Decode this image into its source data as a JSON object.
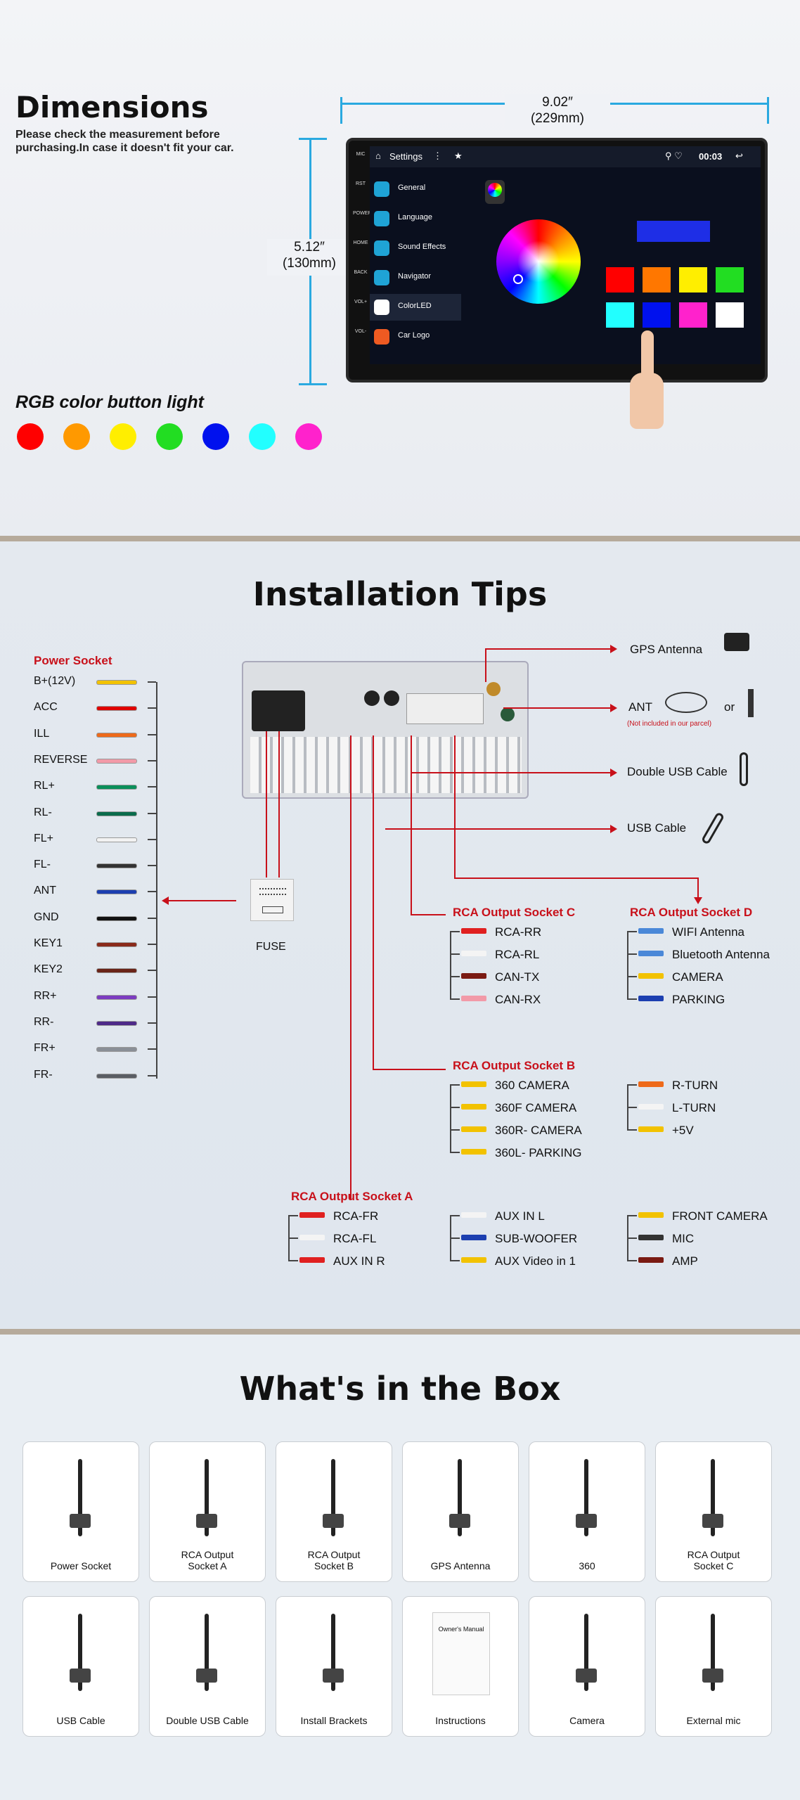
{
  "dimensions": {
    "title": "Dimensions",
    "note_line1": "Please check the measurement before",
    "note_line2": "purchasing.In case it doesn't fit your car.",
    "width_value": "9.02″",
    "width_mm": "(229mm)",
    "height_value": "5.12″",
    "height_mm": "(130mm)",
    "rgb_title": "RGB color button light",
    "rgb_colors": [
      "#ff0000",
      "#ff9900",
      "#ffee00",
      "#22dd22",
      "#0011ee",
      "#22ffff",
      "#ff22cc"
    ]
  },
  "screen": {
    "settings_label": "Settings",
    "time": "00:03",
    "menu": [
      "General",
      "Language",
      "Sound Effects",
      "Navigator",
      "ColorLED",
      "Car Logo"
    ],
    "side_icons": [
      "MIC",
      "RST",
      "POWER",
      "HOME",
      "BACK",
      "VOL+",
      "VOL-"
    ],
    "swatches": [
      "#ff0000",
      "#ff7700",
      "#ffee00",
      "#22dd22",
      "#22ffff",
      "#0011ee",
      "#ff22cc",
      "#ffffff"
    ]
  },
  "install": {
    "title": "Installation Tips",
    "power_socket_title": "Power Socket",
    "wires": [
      {
        "label": "B+(12V)",
        "color": "#f2c200"
      },
      {
        "label": "ACC",
        "color": "#e00000"
      },
      {
        "label": "ILL",
        "color": "#ee6a1a"
      },
      {
        "label": "REVERSE",
        "color": "#f29aa8"
      },
      {
        "label": "RL+",
        "color": "#0a8f5a"
      },
      {
        "label": "RL-",
        "color": "#0a6c4c"
      },
      {
        "label": "FL+",
        "color": "#f2f2f2"
      },
      {
        "label": "FL-",
        "color": "#333333"
      },
      {
        "label": "ANT",
        "color": "#1c3fb0"
      },
      {
        "label": "GND",
        "color": "#111111"
      },
      {
        "label": "KEY1",
        "color": "#8a2a1a"
      },
      {
        "label": "KEY2",
        "color": "#6a2418"
      },
      {
        "label": "RR+",
        "color": "#7c3cc0"
      },
      {
        "label": "RR-",
        "color": "#4e2a88"
      },
      {
        "label": "FR+",
        "color": "#8a8f96"
      },
      {
        "label": "FR-",
        "color": "#5a5e64"
      }
    ],
    "fuse_label": "FUSE",
    "gps_label": "GPS Antenna",
    "ant_label": "ANT",
    "or_label": "or",
    "ant_note": "(Not included in our parcel)",
    "double_usb_label": "Double USB Cable",
    "usb_label": "USB Cable",
    "socket_c": {
      "title": "RCA Output Socket C",
      "items": [
        "RCA-RR",
        "RCA-RL",
        "CAN-TX",
        "CAN-RX"
      ]
    },
    "socket_d": {
      "title": "RCA Output Socket D",
      "items": [
        "WIFI Antenna",
        "Bluetooth Antenna",
        "CAMERA",
        "PARKING"
      ]
    },
    "socket_b": {
      "title": "RCA Output Socket B",
      "items": [
        "360 CAMERA",
        "360F CAMERA",
        "360R- CAMERA",
        "360L- PARKING"
      ],
      "items2": [
        "R-TURN",
        "L-TURN",
        "+5V"
      ]
    },
    "socket_a": {
      "title": "RCA Output Socket A",
      "col1": [
        "RCA-FR",
        "RCA-FL",
        "AUX IN R"
      ],
      "col2": [
        "AUX IN L",
        "SUB-WOOFER",
        "AUX Video in 1"
      ],
      "col3": [
        "FRONT CAMERA",
        "MIC",
        "AMP"
      ]
    }
  },
  "box": {
    "title": "What's in the Box",
    "items_row1": [
      {
        "l1": "Power Socket",
        "l2": ""
      },
      {
        "l1": "RCA Output",
        "l2": "Socket A"
      },
      {
        "l1": "RCA Output",
        "l2": "Socket B"
      },
      {
        "l1": "GPS Antenna",
        "l2": ""
      },
      {
        "l1": "360",
        "l2": ""
      },
      {
        "l1": "RCA Output",
        "l2": "Socket C"
      }
    ],
    "items_row2": [
      {
        "l1": "USB Cable",
        "l2": ""
      },
      {
        "l1": "Double USB Cable",
        "l2": ""
      },
      {
        "l1": "Install Brackets",
        "l2": ""
      },
      {
        "l1": "Instructions",
        "l2": ""
      },
      {
        "l1": "Camera",
        "l2": ""
      },
      {
        "l1": "External mic",
        "l2": ""
      }
    ],
    "manual_title": "Owner's Manual"
  }
}
